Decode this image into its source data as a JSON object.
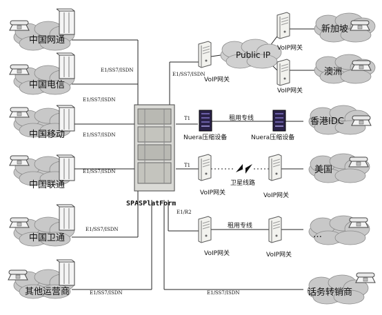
{
  "operators": [
    {
      "name": "中国网通",
      "link": "E1/SS7/ISDN"
    },
    {
      "name": "中国电信",
      "link": "E1/SS7/ISDN"
    },
    {
      "name": "中国移动",
      "link": "E1/SS7/ISDN"
    },
    {
      "name": "中国联通",
      "link": "E1/SS7/ISDN"
    },
    {
      "name": "中国卫通",
      "link": "E1/SS7/ISDN"
    },
    {
      "name": "其他运营商",
      "link": "E1/SS7/ISDN"
    }
  ],
  "center": {
    "label": "SPASPlatForm"
  },
  "right": {
    "public_ip": "Public IP",
    "voip_gw": "VoIP网关",
    "nuera": "Nuera压缩设备",
    "dedicated_line": "租用专线",
    "satellite_line": "卫星线路",
    "link_e1_ss7": "E1/SS7/ISDN",
    "link_t1": "T1",
    "link_e1_r2": "E1/R2",
    "dest_singapore": "新加坡",
    "dest_australia": "澳洲",
    "dest_hk_idc": "香港IDC",
    "dest_usa": "美国",
    "dest_other": "…",
    "call_center": "话务转销商"
  },
  "colors": {
    "cloud": "#c8c8c8",
    "cloud_edge": "#8a8a8a",
    "server": "#efefe9",
    "rack": "#d9d9d9",
    "nuera": "#2a2248"
  }
}
